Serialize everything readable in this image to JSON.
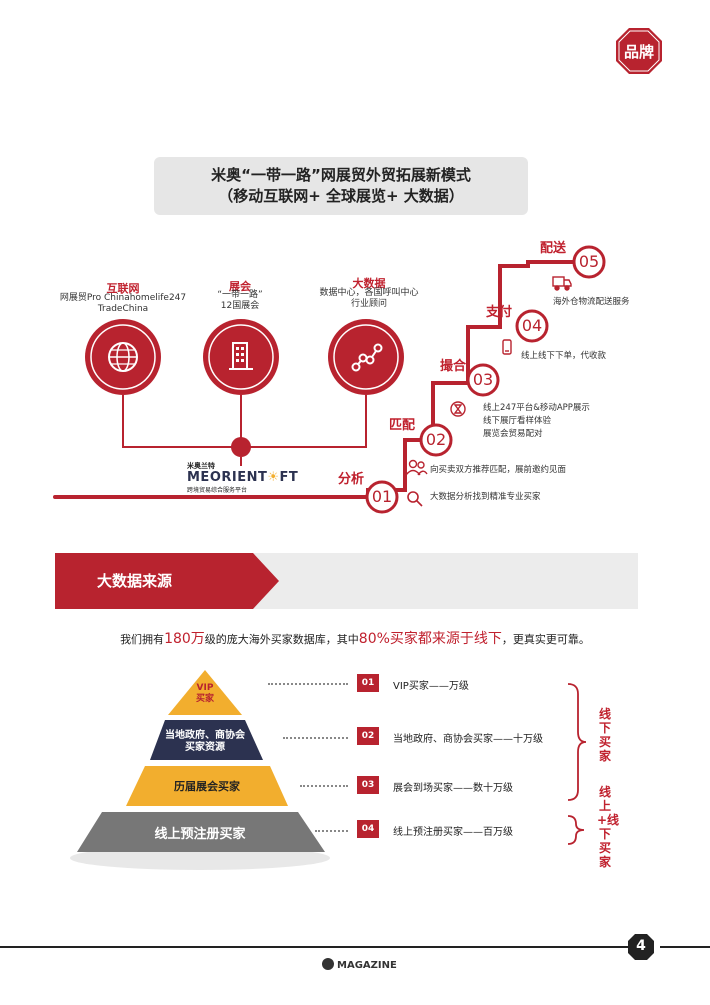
{
  "brand_badge": "品牌",
  "title": {
    "line1": "米奥“一带一路”网展贸外贸拓展新模式",
    "line2": "（移动互联网+ 全球展览+ 大数据）"
  },
  "categories": [
    {
      "label": "互联网",
      "desc1": "网展贸Pro Chinahomelife247",
      "desc2": "TradeChina",
      "icon": "globe-icon"
    },
    {
      "label": "展会",
      "desc1": "“一带一路”",
      "desc2": "12国展会",
      "icon": "building-icon"
    },
    {
      "label": "大数据",
      "desc1": "数据中心，各国呼叫中心",
      "desc2": "行业顾问",
      "icon": "data-nodes-icon"
    }
  ],
  "logo": {
    "cn": "米奥兰特",
    "main": "MEORIENT",
    "sub": "跨境贸易综合服务平台"
  },
  "steps": [
    {
      "num": "01",
      "label": "分析",
      "desc": [
        "大数据分析找到精准专业买家"
      ]
    },
    {
      "num": "02",
      "label": "匹配",
      "desc": [
        "向买卖双方推荐匹配，展前邀约见面"
      ]
    },
    {
      "num": "03",
      "label": "撮合",
      "desc": [
        "线上247平台&移动APP展示",
        "线下展厅看样体验",
        "展览会贸易配对"
      ]
    },
    {
      "num": "04",
      "label": "支付",
      "desc": [
        "线上线下下单，代收款"
      ]
    },
    {
      "num": "05",
      "label": "配送",
      "desc": [
        "海外仓物流配送服务"
      ]
    }
  ],
  "section_title": "大数据来源",
  "intro": {
    "pre": "我们拥有",
    "big1": "180万",
    "mid": "级的庞大海外买家数据库，其中",
    "big2": "80%买家都来源于线下",
    "post": "，更真实更可靠。"
  },
  "pyramid": [
    {
      "line1": "VIP",
      "line2": "买家"
    },
    {
      "line1": "当地政府、商协会",
      "line2": "买家资源"
    },
    {
      "line1": "历届展会买家",
      "line2": ""
    },
    {
      "line1": "线上预注册买家",
      "line2": ""
    }
  ],
  "rows": [
    {
      "num": "01",
      "text": "VIP买家——万级"
    },
    {
      "num": "02",
      "text": "当地政府、商协会买家——十万级"
    },
    {
      "num": "03",
      "text": "展会到场买家——数十万级"
    },
    {
      "num": "04",
      "text": "线上预注册买家——百万级"
    }
  ],
  "bracket_labels": {
    "offline": "线下买家",
    "online_offline": "线上+线下买家"
  },
  "page_number": "4",
  "magazine": "MAGAZINE",
  "colors": {
    "accent": "#b8232f",
    "navy": "#2c3250",
    "gold": "#f2ae2e",
    "gray": "#777777"
  }
}
